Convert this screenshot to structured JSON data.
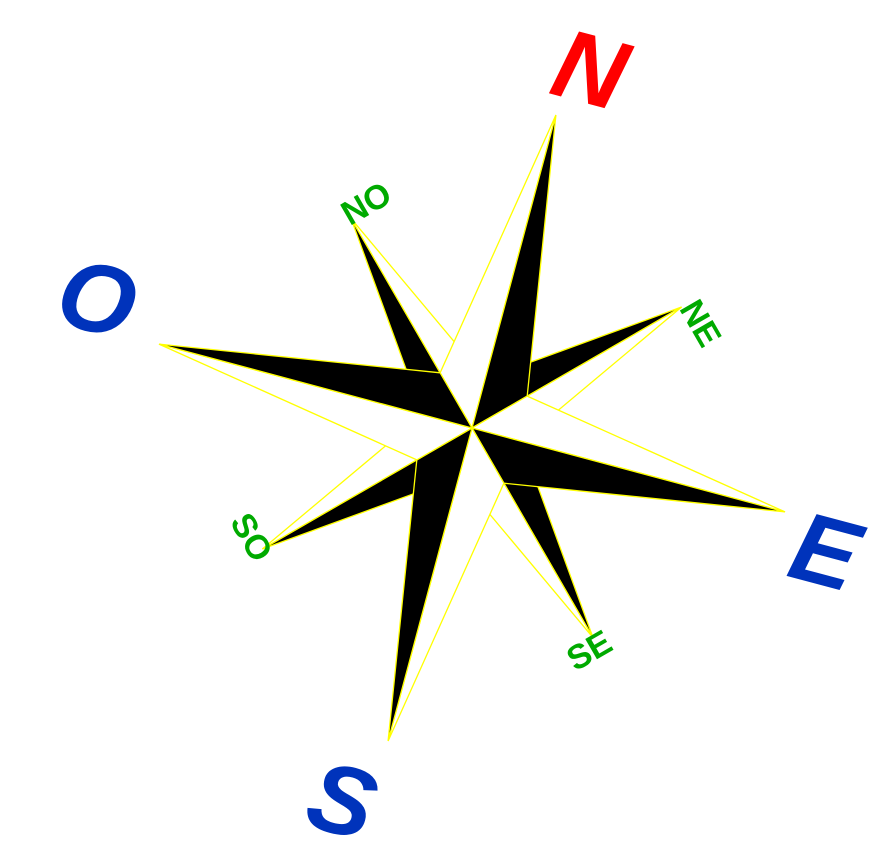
{
  "labels": {
    "north": "N",
    "east": "E",
    "south": "S",
    "west": "O",
    "northeast": "NE",
    "southeast": "SE",
    "southwest": "SO",
    "northwest": "NO"
  },
  "colors": {
    "north": "#ff0000",
    "cardinal": "#0033bb",
    "intercardinal": "#00aa00",
    "outline": "#ffff00",
    "fill_dark": "#000000",
    "fill_light": "#ffffff"
  },
  "rotation_degrees": 15
}
